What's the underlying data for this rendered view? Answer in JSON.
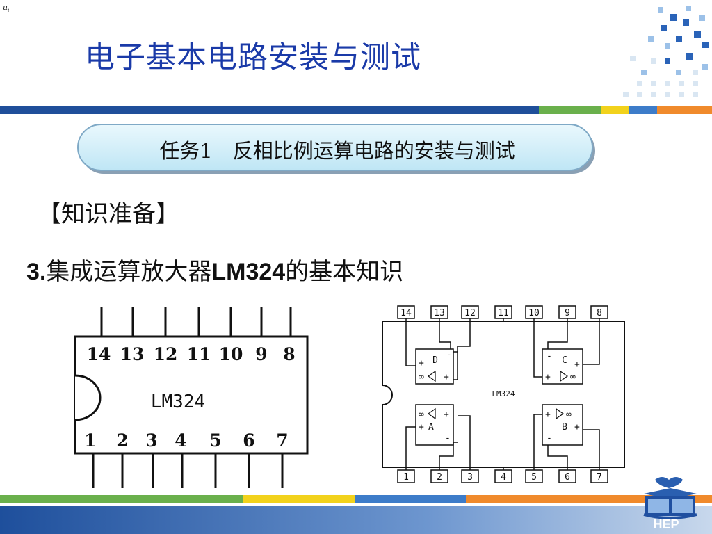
{
  "slide": {
    "corner_mark": {
      "base": "u",
      "sub": "i"
    },
    "title": "电子基本电路安装与测试",
    "task_label": "任务1　反相比例运算电路的安装与测试",
    "section_heading": "【知识准备】",
    "subheading": {
      "number": "3.",
      "text1": "集成运算放大器",
      "model": "LM324",
      "text2": "的基本知识"
    },
    "footer_logo_text": "HEP"
  },
  "chip_outline": {
    "name": "LM324",
    "top_pins": [
      "14",
      "13",
      "12",
      "11",
      "10",
      "9",
      "8"
    ],
    "bottom_pins": [
      "1",
      "2",
      "3",
      "4",
      "5",
      "6",
      "7"
    ]
  },
  "chip_schematic": {
    "name": "LM324",
    "top_pins": [
      "14",
      "13",
      "12",
      "11",
      "10",
      "9",
      "8"
    ],
    "bottom_pins": [
      "1",
      "2",
      "3",
      "4",
      "5",
      "6",
      "7"
    ],
    "amplifiers": [
      {
        "label": "D",
        "plus": "+",
        "minus": "-",
        "infinity": "∞"
      },
      {
        "label": "C",
        "plus": "+",
        "minus": "-",
        "infinity": "∞"
      },
      {
        "label": "A",
        "plus": "+",
        "minus": "-",
        "infinity": "∞"
      },
      {
        "label": "B",
        "plus": "+",
        "minus": "-",
        "infinity": "∞"
      }
    ]
  },
  "colors": {
    "title": "#1a3aa8",
    "stripe_navy": "#1f4f9a",
    "stripe_green": "#6ab04c",
    "stripe_yellow": "#f2d21c",
    "stripe_orange": "#f08a2c",
    "banner_fill": "#cfeef8"
  }
}
